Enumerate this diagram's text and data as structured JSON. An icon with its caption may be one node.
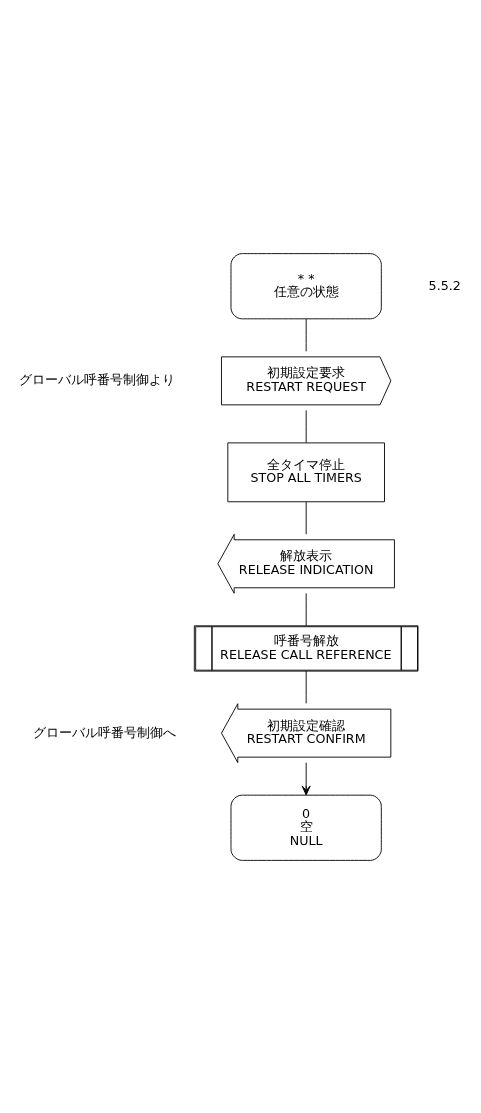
{
  "diagram": {
    "nodes": [
      {
        "text": [
          "* *",
          "任意の状態"
        ],
        "beside": [
          "5.5.2"
        ]
      },
      {
        "text": [
          "初期設定要求",
          "RESTART REQUEST"
        ],
        "beside": [
          "グローバル呼番号制御より"
        ]
      },
      {
        "text": [
          "全タイマ停止",
          "STOP ALL TIMERS"
        ]
      },
      {
        "text": [
          "解放表示",
          "RELEASE INDICATION"
        ]
      },
      {
        "text": [
          "呼番号解放",
          "RELEASE CALL REFERENCE"
        ]
      },
      {
        "text": [
          "初期設定確認",
          "RESTART CONFIRM"
        ],
        "beside": [
          "グローバル呼番号制御へ"
        ]
      },
      {
        "text": [
          "0",
          "空",
          "NULL"
        ]
      }
    ],
    "edges": [
      {
        "from": 0,
        "to": 1,
        "arrow": "none"
      },
      {
        "from": 1,
        "to": 2,
        "arrow": "none"
      },
      {
        "from": 2,
        "to": 3,
        "arrow": "none"
      },
      {
        "from": 3,
        "to": 4,
        "arrow": "none"
      },
      {
        "from": 4,
        "to": 5,
        "arrow": "none"
      },
      {
        "from": 5,
        "to": 6,
        "arrow": "to"
      }
    ]
  }
}
